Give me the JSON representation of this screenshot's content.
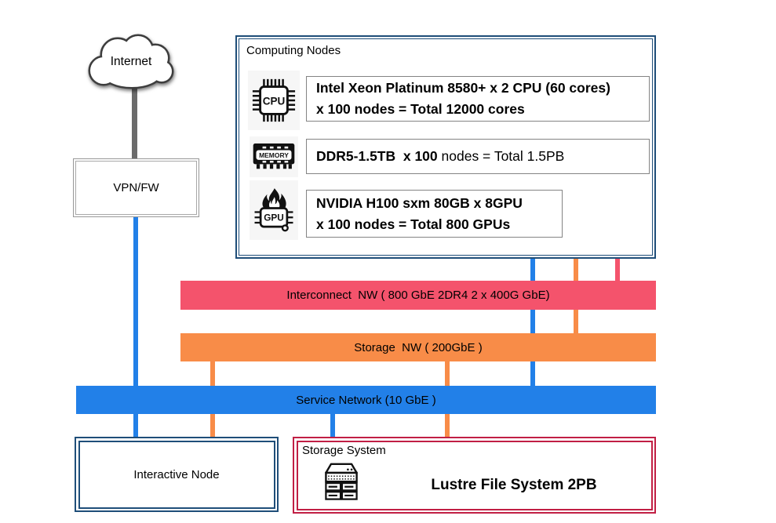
{
  "internet": {
    "label": "Internet",
    "icon": "cloud-icon"
  },
  "vpn_fw": {
    "label": "VPN/FW"
  },
  "computing_nodes": {
    "title": "Computing Nodes",
    "cpu": {
      "icon": "cpu-chip-icon",
      "icon_label": "CPU",
      "line1": "Intel Xeon Platinum 8580+ x 2 CPU (60 cores)",
      "line2": "x 100 nodes = Total 12000 cores"
    },
    "memory": {
      "icon": "memory-module-icon",
      "icon_label": "MEMORY",
      "bold_part": "DDR5-1.5TB  x 100 ",
      "regular_part": "nodes = Total 1.5PB"
    },
    "gpu": {
      "icon": "gpu-flame-icon",
      "icon_label": "GPU",
      "line1": "NVIDIA H100 sxm 80GB x 8GPU",
      "line2": "x 100 nodes = Total 800 GPUs"
    }
  },
  "networks": {
    "interconnect": {
      "label": "Interconnect  NW ( 800 GbE 2DR4 2 x 400G GbE)",
      "color": "#f4536c"
    },
    "storage": {
      "label": "Storage  NW ( 200GbE )",
      "color": "#f88c48"
    },
    "service": {
      "label": "Service Network (10 GbE )",
      "color": "#2280e8"
    }
  },
  "interactive_node": {
    "label": "Interactive Node"
  },
  "storage_system": {
    "title": "Storage System",
    "icon": "rack-server-icon",
    "label": "Lustre File System 2PB"
  },
  "colors": {
    "navy_border": "#1f4e79",
    "crimson_border": "#c11f44",
    "blue_line": "#2280e8",
    "orange_line": "#f88c48",
    "pink_line": "#f4536c",
    "gray_line": "#6b6b6b"
  }
}
